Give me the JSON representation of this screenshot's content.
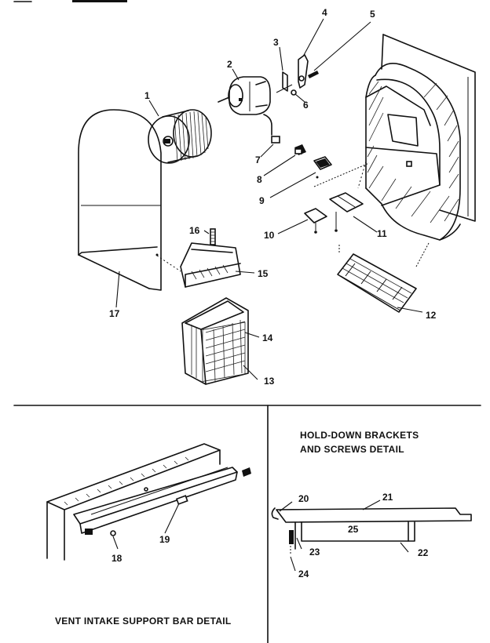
{
  "callouts": {
    "c1": "1",
    "c2": "2",
    "c3": "3",
    "c4": "4",
    "c5": "5",
    "c6": "6",
    "c7": "7",
    "c8": "8",
    "c9": "9",
    "c10": "10",
    "c11": "11",
    "c12": "12",
    "c13": "13",
    "c14": "14",
    "c15": "15",
    "c16": "16",
    "c17": "17",
    "c18": "18",
    "c19": "19",
    "c20": "20",
    "c21": "21",
    "c22": "22",
    "c23": "23",
    "c24": "24",
    "c25": "25"
  },
  "captions": {
    "vent_detail": "VENT INTAKE SUPPORT BAR DETAIL",
    "holddown_line1": "HOLD-DOWN BRACKETS",
    "holddown_line2": "AND SCREWS DETAIL"
  }
}
